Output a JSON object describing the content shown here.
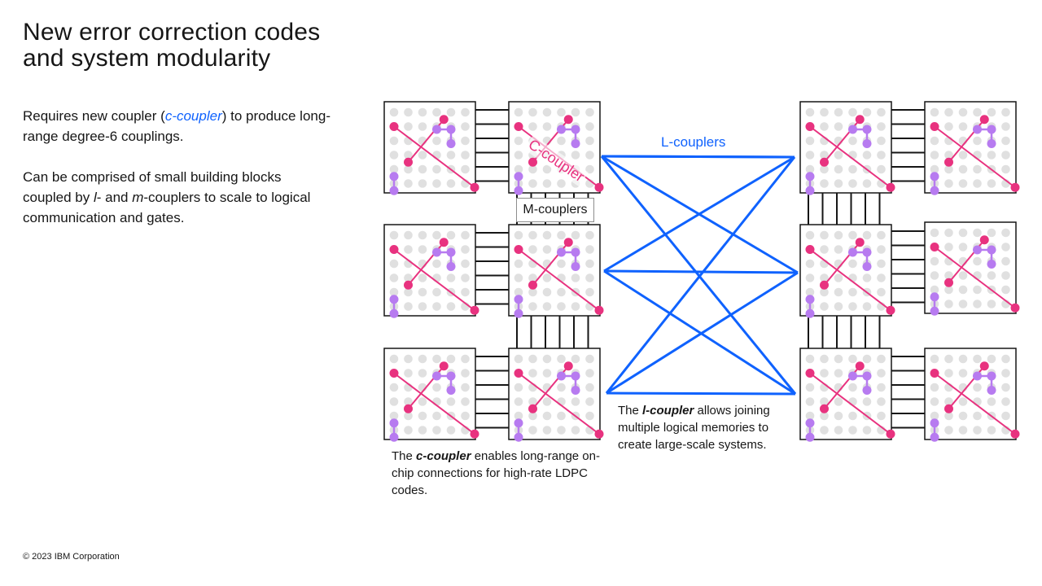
{
  "title": {
    "line1": "New error correction codes",
    "line2": "and system modularity"
  },
  "paragraph1": {
    "before": "Requires new coupler (",
    "highlight": "c-coupler",
    "after": ") to produce long-range degree-6 couplings."
  },
  "paragraph2": {
    "before": "Can be comprised of small building blocks coupled by ",
    "l": "l",
    "mid": "- and ",
    "m": "m",
    "after": "-couplers to scale to logical communication and gates."
  },
  "diagram": {
    "l_couplers_label": "L-couplers",
    "m_couplers_label": "M-couplers",
    "c_coupler_label": "C-coupler",
    "colors": {
      "blue": "#0f62fe",
      "pink": "#e8327f",
      "purple": "#b77bf0",
      "node": "#e0e0e0",
      "line": "#161616"
    }
  },
  "caption_c": {
    "before": "The ",
    "term": "c-coupler",
    "after": " enables long-range on-chip connections for high-rate LDPC codes."
  },
  "caption_l": {
    "before": "The ",
    "term": "l-coupler",
    "after": " allows joining multiple logical memories to create large-scale systems."
  },
  "footer": "© 2023 IBM Corporation"
}
